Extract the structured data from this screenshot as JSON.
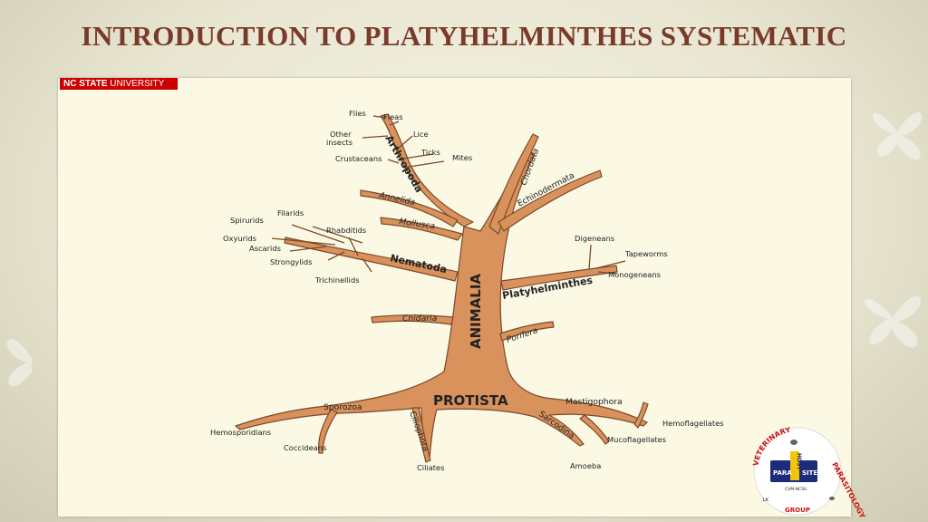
{
  "slide": {
    "title": "INTRODUCTION TO PLATYHELMINTHES SYSTEMATIC"
  },
  "logo": {
    "university_bold": "NC STATE",
    "university_thin": " UNIVERSITY"
  },
  "diagram": {
    "trunk_label": "ANIMALIA",
    "root_label": "PROTISTA",
    "branches": {
      "arthropoda": "Arthropoda",
      "annelida": "Annelida",
      "mollusca": "Mollusca",
      "nematoda": "Nematoda",
      "cnidaria": "Cnidaria",
      "chordata": "Chordata",
      "echinodermata": "Echinodermata",
      "platyhelminthes": "Platyhelminthes",
      "porifera": "Porifera"
    },
    "arthropoda_leaves": [
      "Flies",
      "Fleas",
      "Other",
      "insects",
      "Lice",
      "Ticks",
      "Mites",
      "Crustaceans"
    ],
    "nematoda_leaves": [
      "Filarids",
      "Spirurids",
      "Oxyurids",
      "Ascarids",
      "Strongylids",
      "Rhabditids",
      "Trichinellids"
    ],
    "platyhelminthes_leaves": [
      "Digeneans",
      "Tapeworms",
      "Monogeneans"
    ],
    "roots": {
      "sporozoa": "Sporozoa",
      "ciliophora": "Ciliophora",
      "sarcodina": "Sarcodina",
      "mastigophora": "Mastigophora"
    },
    "root_leaves": {
      "hemosporidians": "Hemosporidians",
      "coccideans": "Coccideans",
      "ciliates": "Ciliates",
      "amoeba": "Amoeba",
      "mucoflagellates": "Mucoflagellates",
      "hemoflagellates": "Hemoflagellates"
    }
  },
  "badge": {
    "top_arc": "VETERINARY",
    "right_arc": "PARASITOLOGY",
    "bottom_arc": "GROUP",
    "inner_para": "PARA",
    "inner_host": "HOST",
    "inner_site": "SITE",
    "inner_small": "CVM-NCSU",
    "inner_left": "LK"
  },
  "colors": {
    "title": "#7a3a2a",
    "tree_fill": "#d9925c",
    "tree_stroke": "#7a4a2a",
    "logo_red": "#cc0000"
  }
}
